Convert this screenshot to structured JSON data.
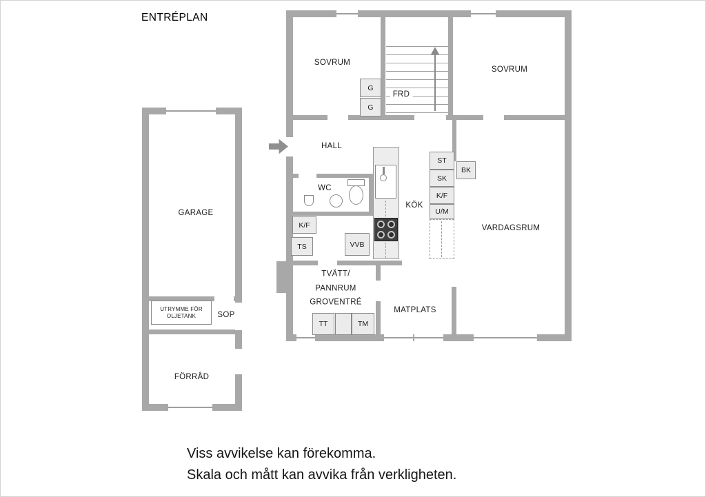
{
  "title": "ENTRÉPLAN",
  "rooms": {
    "sovrum_left": "SOVRUM",
    "sovrum_right": "SOVRUM",
    "frd": "FRD",
    "hall": "HALL",
    "wc": "WC",
    "kok": "KÖK",
    "vardagsrum": "VARDAGSRUM",
    "matplats": "MATPLATS",
    "tvatt_line1": "TVÄTT/",
    "tvatt_line2": "PANNRUM",
    "tvatt_line3": "GROVENTRÉ",
    "garage": "GARAGE",
    "sop": "SOP",
    "forrad": "FÖRRÅD"
  },
  "fixtures": {
    "g_upper": "G",
    "g_lower": "G",
    "st": "ST",
    "sk": "SK",
    "kf_kitchen": "K/F",
    "um": "U/M",
    "bk": "BK",
    "kf_hall": "K/F",
    "ts": "TS",
    "vvb": "VVB",
    "tt": "TT",
    "tm": "TM",
    "oljetank_line1": "UTRYMME FÖR",
    "oljetank_line2": "OLJETANK"
  },
  "footer": {
    "line1": "Viss avvikelse kan förekomma.",
    "line2": "Skala och mått kan avvika från verkligheten."
  }
}
